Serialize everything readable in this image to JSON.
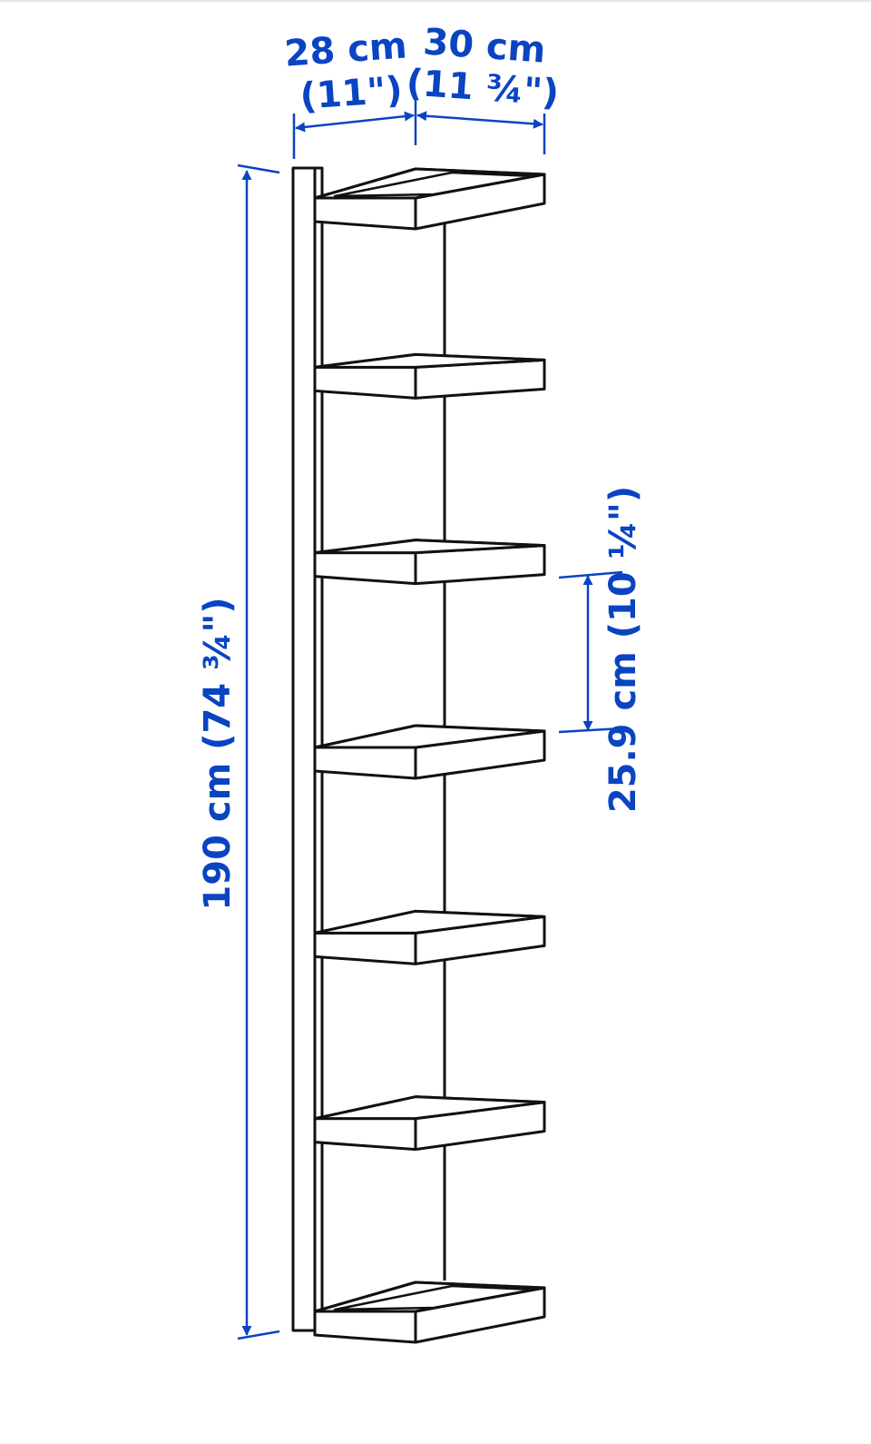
{
  "colors": {
    "dimension": "#0a44c2",
    "outline": "#111111",
    "fill": "#ffffff"
  },
  "dimensions": {
    "depth_top_left": {
      "metric": "28 cm",
      "imperial": "(11\")"
    },
    "depth_top_right": {
      "metric": "30 cm",
      "imperial": "(11 ¾\")"
    },
    "total_height": {
      "label": "190 cm (74 ¾\")"
    },
    "shelf_spacing": {
      "label": "25.9 cm (10 ¼\")"
    }
  },
  "shelf_count": 7
}
